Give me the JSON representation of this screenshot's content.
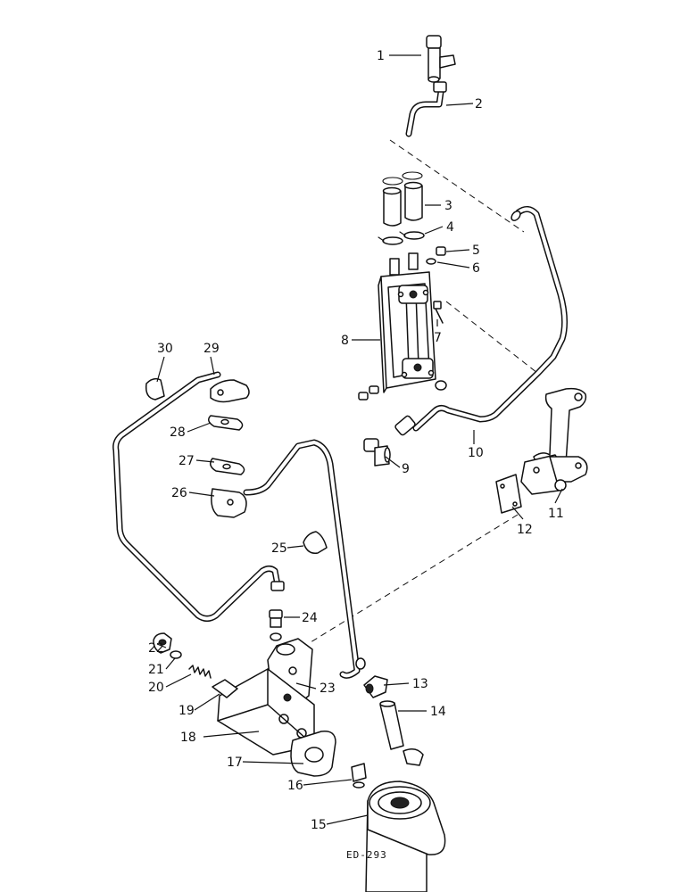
{
  "diagram": {
    "code": "ED-293",
    "labels": [
      "1",
      "2",
      "3",
      "4",
      "5",
      "6",
      "7",
      "8",
      "9",
      "10",
      "11",
      "12",
      "13",
      "14",
      "15",
      "16",
      "17",
      "18",
      "19",
      "20",
      "21",
      "22",
      "23",
      "24",
      "25",
      "26",
      "27",
      "28",
      "29",
      "30"
    ]
  }
}
